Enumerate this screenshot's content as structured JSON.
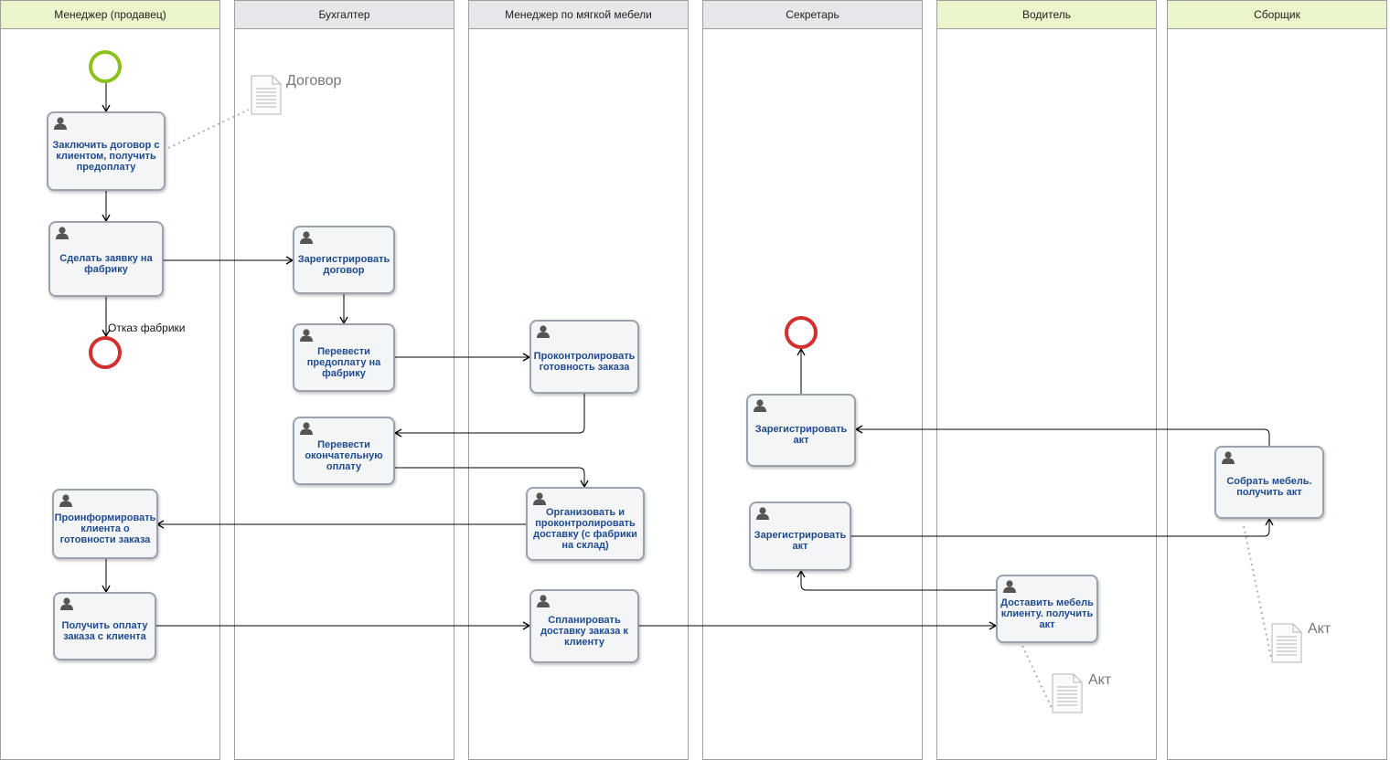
{
  "colors": {
    "lane_header_green": "#ebf5cc",
    "lane_header_gray": "#e7e6ea",
    "start_event": "#8cc11d",
    "end_event": "#d32f2f",
    "task_text": "#1f4b8f"
  },
  "lanes": [
    {
      "title": "Менеджер (продавец)"
    },
    {
      "title": "Бухгалтер"
    },
    {
      "title": "Менеджер по мягкой мебели"
    },
    {
      "title": "Секретарь"
    },
    {
      "title": "Водитель"
    },
    {
      "title": "Сборщик"
    }
  ],
  "tasks": {
    "contract": "Заключить договор с клиентом, получить предоплату",
    "order_factory": "Сделать заявку на фабрику",
    "register_contract": "Зарегистрировать договор",
    "transfer_prepayment": "Перевести предоплату на фабрику",
    "control_readiness": "Проконтролировать готовность заказа",
    "final_payment": "Перевести окончательную оплату",
    "organize_delivery": "Организовать и проконтролировать доставку (с фабрики на склад)",
    "inform_client": "Проинформировать клиента о готовности заказа",
    "get_payment": "Получить оплату заказа с клиента",
    "plan_delivery": "Спланировать доставку заказа к клиенту",
    "register_act_1": "Зарегистрировать акт",
    "register_act_2": "Зарегистрировать акт",
    "deliver_furniture": "Доставить мебель клиенту. получить акт",
    "assemble_furniture": "Собрать мебель. получить акт"
  },
  "documents": {
    "contract_doc": "Договор",
    "act_doc_driver": "Акт",
    "act_doc_assembler": "Акт"
  },
  "flow_labels": {
    "factory_refusal": "Отказ фабрики"
  },
  "icons": {
    "task": "user-icon",
    "document": "document-icon"
  }
}
